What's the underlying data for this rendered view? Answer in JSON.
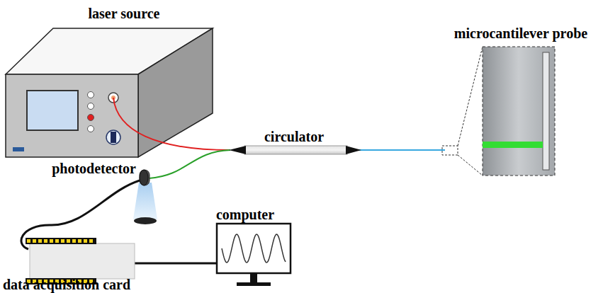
{
  "diagram": {
    "labels": [
      "laser source",
      "microcantilever probe",
      "circulator",
      "photodetector",
      "computer",
      "data acquisition card"
    ]
  }
}
